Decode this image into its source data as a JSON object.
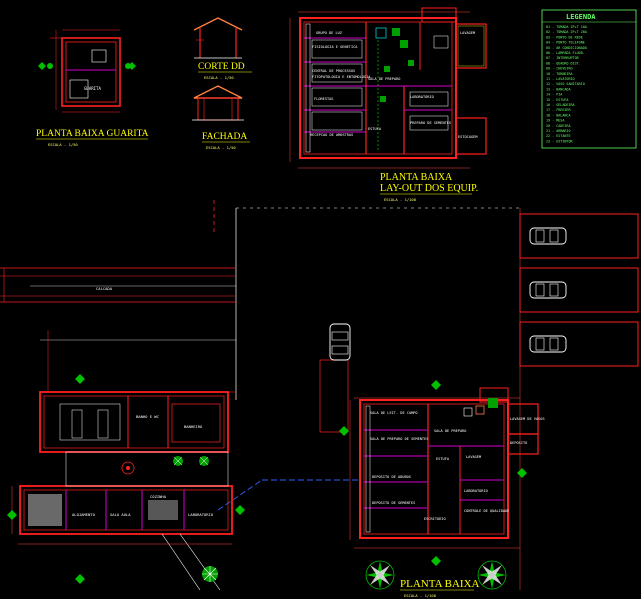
{
  "plans": {
    "guarita_title": "PLANTA BAIXA GUARITA",
    "guarita_scale": "ESCALA - 1/50",
    "guarita_room": "GUARITA",
    "corte_title": "CORTE   DD",
    "corte_scale": "ESCALA - 1/50",
    "fachada_title": "FACHADA",
    "fachada_scale": "ESCALA - 1/50",
    "layout_title_1": "PLANTA BAIXA",
    "layout_title_2": "LAY-OUT DOS EQUIP.",
    "layout_scale": "ESCALA - 1/100",
    "main_title": "PLANTA BAIXA",
    "main_scale": "ESCALA - 1/100",
    "calcada": "CALCADA",
    "alojamento": "ALOJAMENTO",
    "banheiro": "BANHEIRO",
    "sanitarios": "BANHO E WC",
    "sala_aula": "SALA AULA",
    "coz": "COZINHA",
    "laboratorio": "LABORATORIO"
  },
  "layout_rooms": [
    "GRUPO DE LUZ",
    "FISIOLOGIA E GENETICA",
    "CENTRAL DE PROCESSOS",
    "FITOPATOLOGIA E ENTOMOLOGIA",
    "FLORESTAS",
    "SALA DE PREPARO",
    "LABORATORIO",
    "RECEPCAO DE AMOSTRAS",
    "PREPARO DE SEMENTES",
    "ESTUFA",
    "LAVAGEM",
    "ESTOCAGEM"
  ],
  "main_rooms": [
    "SALA DE LEIT. DE CAMPO",
    "SALA DE PREPARO",
    "SALA DE PREPARO DE SEMENTES",
    "LAVAGEM",
    "ESTUFA",
    "DEPOSITO DE ADUBOS",
    "DEPOSITO DE SEMENTES",
    "LABORATORIO",
    "ESCRITORIO",
    "CONTROLE DE QUALIDADE",
    "LAVAGEM DE VASOS",
    "DEPOSITO"
  ],
  "legend": {
    "title": "LEGENDA",
    "items": [
      "01 - TOMADA 2P+T 10A",
      "02 - TOMADA 2P+T 20A",
      "03 - PONTO DE REDE",
      "04 - PONTO TELEFONE",
      "05 - AR CONDICIONADO",
      "06 - LAMPADA FLUOR.",
      "07 - INTERRUPTOR",
      "08 - QUADRO DIST.",
      "09 - CHUVEIRO",
      "10 - TORNEIRA",
      "11 - LAVATORIO",
      "12 - VASO SANITARIO",
      "13 - BANCADA",
      "14 - PIA",
      "15 - ESTUFA",
      "16 - GELADEIRA",
      "17 - FREEZER",
      "18 - BALANCA",
      "19 - MESA",
      "20 - CADEIRA",
      "21 - ARMARIO",
      "22 - ESTANTE",
      "23 - EXTINTOR"
    ]
  },
  "colors": {
    "background": "#000000",
    "walls": "#ff2020",
    "dims": "#ff4040",
    "partition": "#d000d0",
    "text": "#ffff00",
    "legend": "#66ff66",
    "white": "#ffffff",
    "plants": "#00c000"
  }
}
